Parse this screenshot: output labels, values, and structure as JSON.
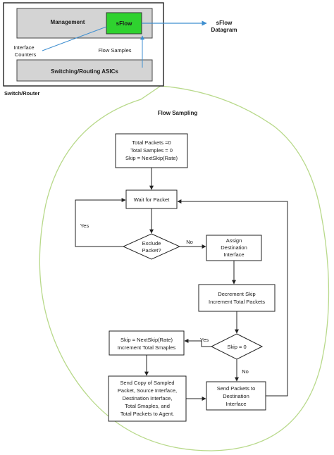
{
  "switch_box": {
    "management_label": "Management",
    "sflow_label": "sFlow",
    "asics_label": "Switching/Routing ASICs",
    "interface_counters_line1": "Interface",
    "interface_counters_line2": "Counters",
    "flow_samples_label": "Flow Samples",
    "caption": "Switch/Router"
  },
  "datagram": {
    "line1": "sFlow",
    "line2": "Datagram"
  },
  "flow_sampling": {
    "title": "Flow Sampling",
    "init_box": [
      "Total Packets =0",
      "Total Samples = 0",
      "Skip = NextSkip(Rate)"
    ],
    "wait_box": "Wait for Packet",
    "exclude_decision": [
      "Exclude",
      "Packet?"
    ],
    "yes_label_1": "Yes",
    "no_label_1": "No",
    "assign_box": [
      "Assign",
      "Destination",
      "Interface"
    ],
    "decrement_box": [
      "Decrement Skip",
      "Increment Total Packets"
    ],
    "skip_decision": "Skip = 0",
    "yes_label_2": "Yes",
    "no_label_2": "No",
    "nextskip_box": [
      "Skip = NextSkip(Rate)",
      "Increment Total Smaples"
    ],
    "send_copy_box": [
      "Send Copy of Sampled",
      "Packet, Source Interface,",
      "Destination Interface,",
      "Total Smaples, and",
      "Total Packets to Agent."
    ],
    "send_packets_box": [
      "Send Packets to",
      "Destination",
      "Interface"
    ]
  },
  "colors": {
    "box_fill": "#d4d4d4",
    "sflow_fill": "#2fd22f",
    "connector_blue": "#3f8fd0",
    "ellipse_green": "#b8d98a",
    "stroke": "#222222"
  }
}
